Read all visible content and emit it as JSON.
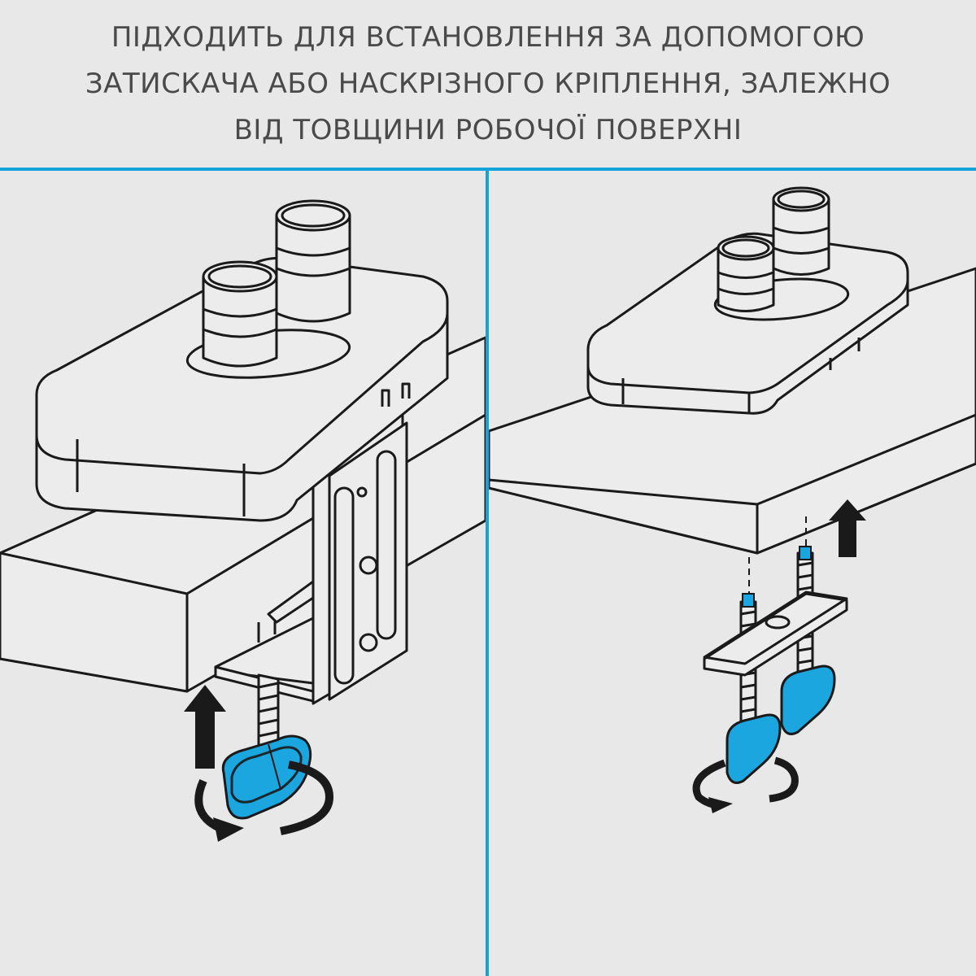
{
  "header": {
    "lines": [
      "ПІДХОДИТЬ ДЛЯ ВСТАНОВЛЕННЯ ЗА ДОПОМОГОЮ",
      "ЗАТИСКАЧА АБО НАСКРІЗНОГО КРІПЛЕННЯ, ЗАЛЕЖНО",
      "ВІД ТОВЩИНИ РОБОЧОЇ ПОВЕРХНІ"
    ]
  },
  "colors": {
    "background": "#e8e8e8",
    "divider": "#14a3dc",
    "knob": "#1ba6e0",
    "outline": "#1a1a1a",
    "part_fill": "#ececec",
    "text": "#4a4a4a"
  },
  "icons": {
    "left_panel": [
      "clamp-mount-illustration",
      "up-arrow-icon",
      "rotate-arrow-icon"
    ],
    "right_panel": [
      "grommet-mount-illustration",
      "up-arrow-icon",
      "rotate-arrow-icon"
    ]
  }
}
